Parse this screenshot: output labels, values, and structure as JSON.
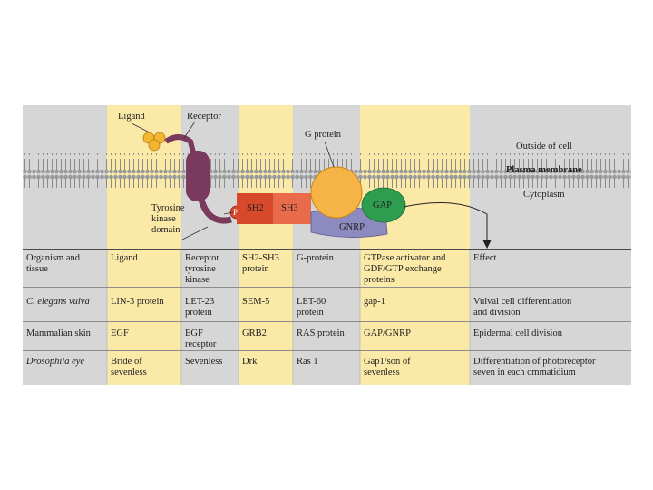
{
  "diagram": {
    "ligand": "Ligand",
    "receptor": "Receptor",
    "g_protein": "G protein",
    "outside": "Outside of cell",
    "membrane": "Plasma membrane",
    "cytoplasm": "Cytoplasm",
    "tyrosine": "Tyrosine\nkinase\ndomain",
    "p": "P",
    "sh2": "SH2",
    "sh3": "SH3",
    "gap": "GAP",
    "gnrp": "GNRP"
  },
  "table": {
    "headers": [
      "Organism and\ntissue",
      "Ligand",
      "Receptor\ntyrosine\nkinase",
      "SH2-SH3\nprotein",
      "G-protein",
      "GTPase activator and\nGDF/GTP exchange\nproteins",
      "Effect"
    ],
    "rows": [
      [
        "C. elegans vulva",
        "LIN-3 protein",
        "LET-23\nprotein",
        "SEM-5",
        "LET-60\nprotein",
        "gap-1",
        "Vulval cell differentiation\nand division"
      ],
      [
        "Mammalian skin",
        "EGF",
        "EGF\nreceptor",
        "GRB2",
        "RAS protein",
        "GAP/GNRP",
        "Epidermal cell division"
      ],
      [
        "Drosophila eye",
        "Bride of\nsevenless",
        "Sevenless",
        "Drk",
        "Ras 1",
        "Gap1/son of\nsevenless",
        "Differentiation of photoreceptor\nseven in each ommatidium"
      ]
    ]
  },
  "colors": {
    "background": "#d6d6d6",
    "column_band": "#fbe9a8",
    "ligand": "#f2b632",
    "receptor": "#7a3a5e",
    "sh2": "#d8492c",
    "sh3": "#e86b4c",
    "g_protein": "#f6b447",
    "gap": "#2f9d4f",
    "gnrp": "#8d8ac0"
  }
}
